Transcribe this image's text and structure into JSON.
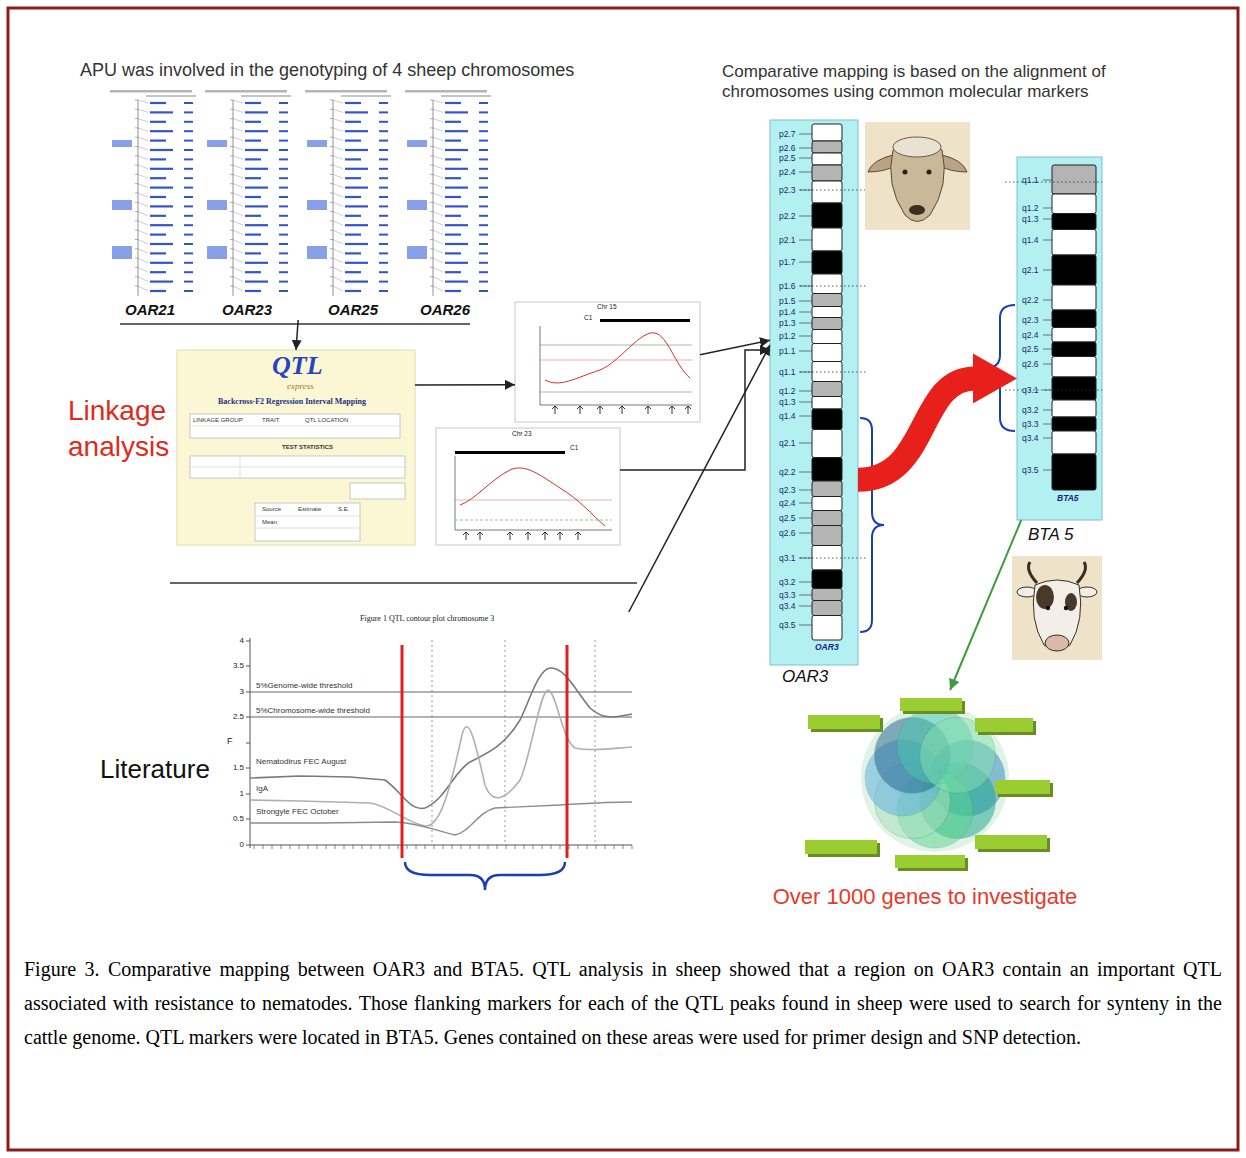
{
  "diagram": {
    "caption": "Figure 3. Comparative mapping between OAR3 and BTA5. QTL analysis in sheep showed that a region on OAR3 contain an important QTL associated with resistance to nematodes. Those flanking markers for each of the QTL peaks found in sheep were used to search for synteny in the cattle genome. QTL markers were located in BTA5. Genes contained on these areas were used for primer design and SNP detection.",
    "nodes": [
      {
        "text": [
          "APU was involved in the genotyping of 4 sheep chromosomes",
          "OAR21",
          "OAR23",
          "OAR25",
          "OAR26"
        ]
      },
      {
        "text": [
          "QTL",
          "express",
          "Backcross-F2 Regression Interval Mapping",
          "LINKAGE GROUP",
          "TRAIT",
          "QTL LOCATION",
          "TEST STATISTICS",
          "Source",
          "Estimate",
          "S.E.",
          "Mean"
        ]
      },
      {
        "text": [
          "Chr 15",
          "C1"
        ]
      },
      {
        "text": [
          "Chr 23",
          "C1"
        ]
      },
      {
        "text": [
          "Figure 1 QTL contour plot chromosome 3",
          "5%Genome-wide threshold",
          "5%Chromosome-wide threshold",
          "Nematodirus FEC August",
          "IgA",
          "Strongyle FEC October",
          "F",
          "4",
          "3.5",
          "3",
          "2.5",
          "1.5",
          "1",
          "0.5",
          "0"
        ]
      },
      {
        "text": [
          "OAR3",
          "OAR3"
        ]
      },
      {
        "text": [
          "BTA5",
          "BTA 5"
        ]
      },
      {
        "text": [
          "Over 1000 genes to investigate"
        ]
      }
    ],
    "edges": [
      {
        "from": 0,
        "to": 1,
        "arrow": "to"
      },
      {
        "from": 1,
        "to": 2,
        "arrow": "to"
      },
      {
        "from": 2,
        "to": 5,
        "arrow": "to"
      },
      {
        "from": 3,
        "to": 5,
        "arrow": "to"
      },
      {
        "from": 4,
        "to": 5,
        "arrow": "to"
      },
      {
        "from": 5,
        "to": 6,
        "arrow": "to"
      },
      {
        "from": 6,
        "to": 7,
        "arrow": "to"
      }
    ],
    "labels": [
      "Linkage analysis",
      "Literature",
      "Comparative mapping is based on the alignment of chromosomes using common molecular markers",
      "p2.7",
      "p2.6",
      "p2.5",
      "p2.4",
      "p2.3",
      "p2.2",
      "p2.1",
      "p1.7",
      "p1.6",
      "p1.5",
      "p1.4",
      "p1.3",
      "p1.2",
      "p1.1",
      "q1.1",
      "q1.2",
      "q1.3",
      "q1.4",
      "q2.1",
      "q2.2",
      "q2.3",
      "q2.4",
      "q2.5",
      "q2.6",
      "q3.1",
      "q3.2",
      "q3.3",
      "q3.4",
      "q3.5",
      "q1.1",
      "q1.2",
      "q1.3",
      "q1.4",
      "q2.1",
      "q2.2",
      "q2.3",
      "q2.4",
      "q2.5",
      "q2.6",
      "q3.1",
      "q3.2",
      "q3.3",
      "q3.4",
      "q3.5"
    ]
  }
}
